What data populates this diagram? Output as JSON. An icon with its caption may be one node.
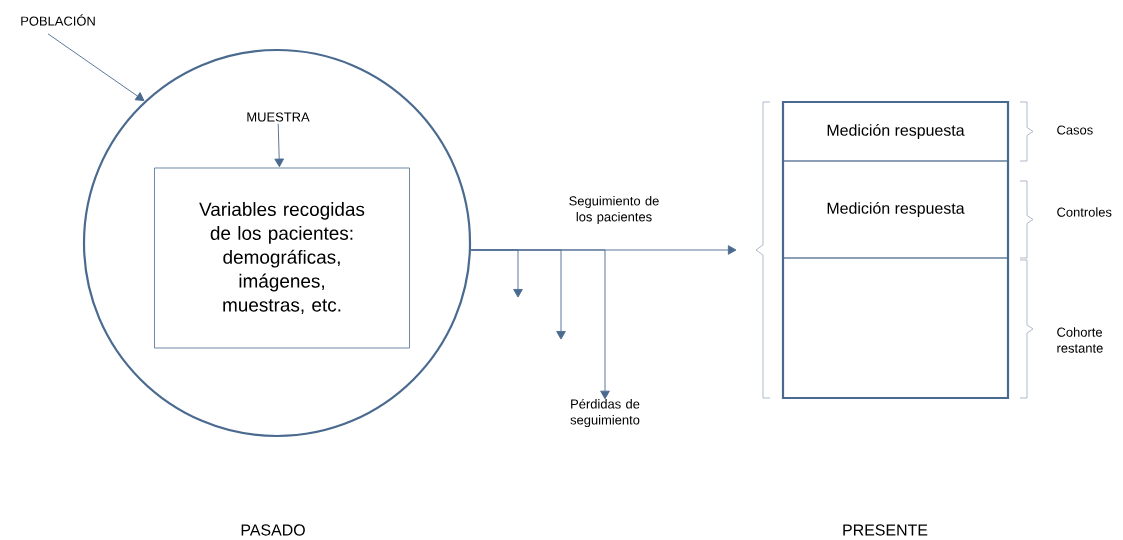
{
  "diagram": {
    "nodes": [
      {
        "text": [
          "POBLACIÓN"
        ]
      },
      {
        "text": [],
        "shape": "circle"
      },
      {
        "text": [
          "MUESTRA"
        ],
        "in": 1
      },
      {
        "text": [
          "Variables recogidas de los pacientes: demográficas, imágenes, muestras, etc."
        ],
        "in": 1
      },
      {
        "text": [],
        "shape": "box"
      },
      {
        "text": [
          "Medición respuesta"
        ],
        "in": 4
      },
      {
        "text": [
          "Medición respuesta"
        ],
        "in": 4
      },
      {
        "text": [],
        "shape": "box",
        "in": 4
      },
      {
        "text": [
          "Pérdidas de seguimiento"
        ]
      }
    ],
    "edges": [
      {
        "from": 0,
        "to": 1,
        "arrow": "to"
      },
      {
        "from": 2,
        "to": 3,
        "arrow": "to"
      },
      {
        "from": 1,
        "to": 4,
        "arrow": "to",
        "label": "Seguimiento de los pacientes"
      },
      {
        "from": 1,
        "to": null,
        "arrow": "to"
      },
      {
        "from": 1,
        "to": null,
        "arrow": "to"
      },
      {
        "from": 1,
        "to": 8,
        "arrow": "to"
      }
    ],
    "labels": [
      "Casos",
      "Controles",
      "Cohorte restante",
      "PASADO",
      "PRESENTE"
    ]
  }
}
